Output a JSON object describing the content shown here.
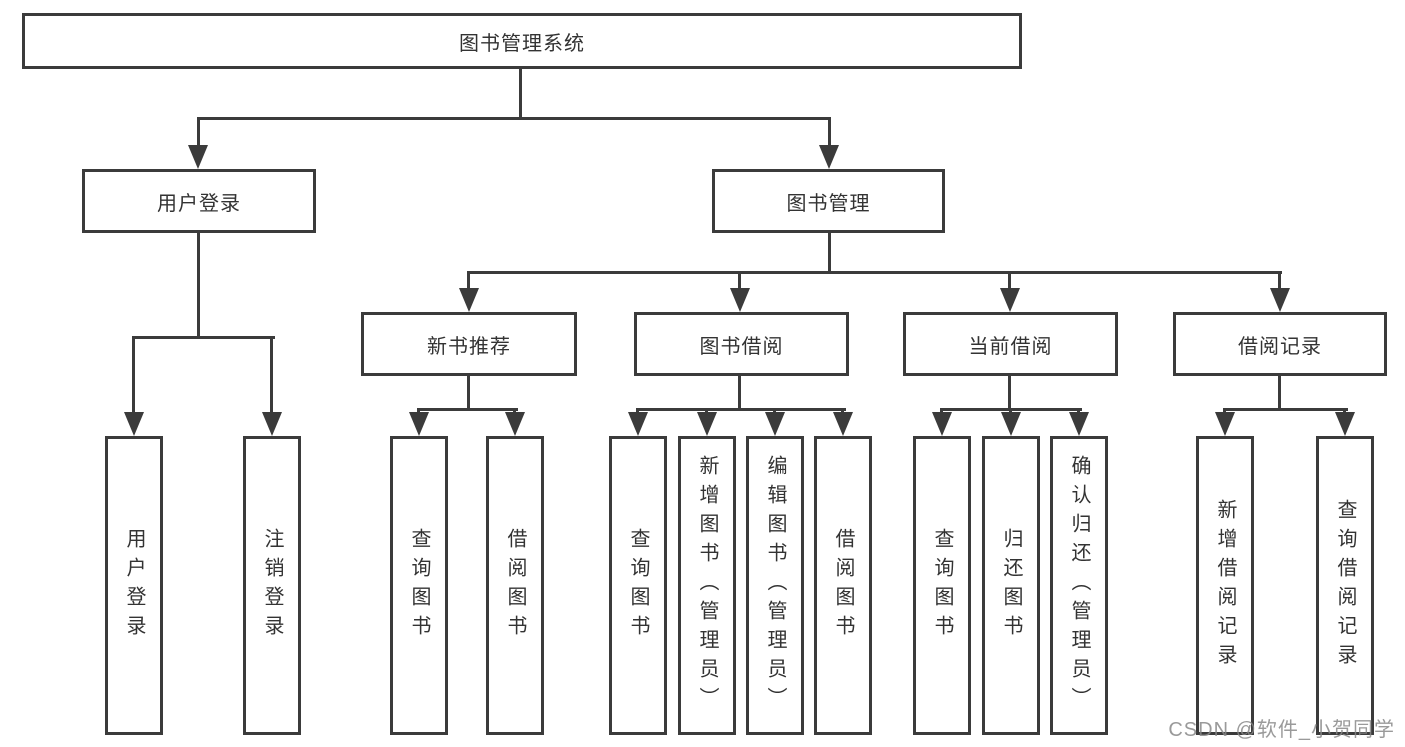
{
  "diagram_title": "图书管理系统",
  "colors": {
    "line": "#3b3b3b",
    "text": "#333333",
    "background": "#ffffff",
    "watermark_gray": "#888888"
  },
  "nodes": {
    "root": {
      "label": "图书管理系统"
    },
    "user_login": {
      "label": "用户登录"
    },
    "book_mgmt": {
      "label": "图书管理"
    },
    "new_book": {
      "label": "新书推荐"
    },
    "book_borrow": {
      "label": "图书借阅"
    },
    "current_borrow": {
      "label": "当前借阅"
    },
    "borrow_record": {
      "label": "借阅记录"
    },
    "leaf_user_login": {
      "label": "用户登录"
    },
    "leaf_logout": {
      "label": "注销登录"
    },
    "leaf_nb_query": {
      "label": "查询图书"
    },
    "leaf_nb_borrow": {
      "label": "借阅图书"
    },
    "leaf_bb_query": {
      "label": "查询图书"
    },
    "leaf_bb_add": {
      "label": "新增图书（管理员）"
    },
    "leaf_bb_edit": {
      "label": "编辑图书（管理员）"
    },
    "leaf_bb_borrow": {
      "label": "借阅图书"
    },
    "leaf_cb_query": {
      "label": "查询图书"
    },
    "leaf_cb_return": {
      "label": "归还图书"
    },
    "leaf_cb_confirm": {
      "label": "确认归还（管理员）"
    },
    "leaf_br_add": {
      "label": "新增借阅记录"
    },
    "leaf_br_query": {
      "label": "查询借阅记录"
    }
  },
  "watermark": "CSDN @软件_小贺同学"
}
